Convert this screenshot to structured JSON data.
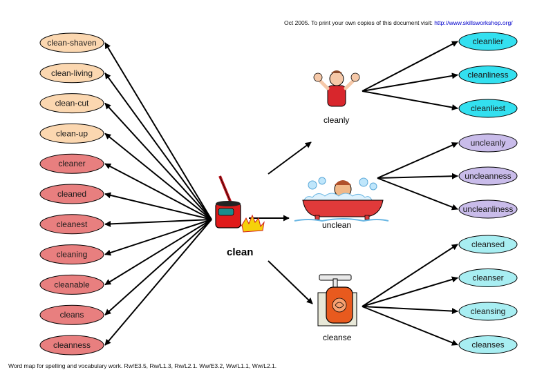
{
  "header": {
    "note": "Oct 2005. To print your own copies of this document visit: ",
    "url": "http://www.skillsworkshop.org/"
  },
  "footer": {
    "text": "Word map for spelling and vocabulary work. Rw/E3.5,  Rw/L1.3, Rw/L2.1. Ww/E3.2,  Ww/L1.1, Ww/L2.1."
  },
  "center": {
    "label": "clean"
  },
  "branches": {
    "cleanly": "cleanly",
    "unclean": "unclean",
    "cleanse": "cleanse"
  },
  "left_words": [
    {
      "label": "clean-shaven",
      "color": "#fbd7b0"
    },
    {
      "label": "clean-living",
      "color": "#fbd7b0"
    },
    {
      "label": "clean-cut",
      "color": "#fbd7b0"
    },
    {
      "label": "clean-up",
      "color": "#fbd7b0"
    },
    {
      "label": "cleaner",
      "color": "#e87f7f"
    },
    {
      "label": "cleaned",
      "color": "#e87f7f"
    },
    {
      "label": "cleanest",
      "color": "#e87f7f"
    },
    {
      "label": "cleaning",
      "color": "#e87f7f"
    },
    {
      "label": "cleanable",
      "color": "#e87f7f"
    },
    {
      "label": "cleans",
      "color": "#e87f7f"
    },
    {
      "label": "cleanness",
      "color": "#e87f7f"
    }
  ],
  "cleanly_words": [
    {
      "label": "cleanlier",
      "color": "#33e0f0"
    },
    {
      "label": "cleanliness",
      "color": "#33e0f0"
    },
    {
      "label": "cleanliest",
      "color": "#33e0f0"
    }
  ],
  "unclean_words": [
    {
      "label": "uncleanly",
      "color": "#c9bcea"
    },
    {
      "label": "uncleanness",
      "color": "#c9bcea"
    },
    {
      "label": "uncleanliness",
      "color": "#c9bcea"
    }
  ],
  "cleanse_words": [
    {
      "label": "cleansed",
      "color": "#a8eef2"
    },
    {
      "label": "cleanser",
      "color": "#a8eef2"
    },
    {
      "label": "cleansing",
      "color": "#a8eef2"
    },
    {
      "label": "cleanses",
      "color": "#a8eef2"
    }
  ],
  "icons": {
    "center": "cleaning-bucket-icon",
    "cleanly": "clean-hands-person-icon",
    "unclean": "bathtub-person-icon",
    "cleanse": "soap-dispenser-icon"
  }
}
